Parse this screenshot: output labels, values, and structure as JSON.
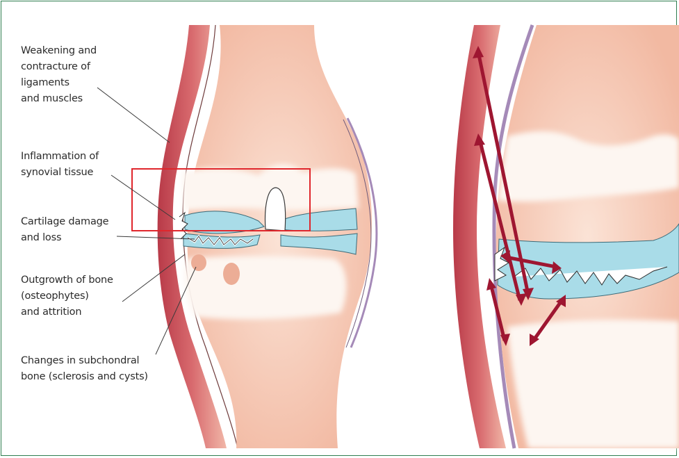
{
  "labels": [
    {
      "id": "ligaments",
      "lines": [
        "Weakening and",
        "contracture of",
        "ligaments",
        "and muscles"
      ]
    },
    {
      "id": "synovial",
      "lines": [
        "Inflammation of",
        "synovial tissue"
      ]
    },
    {
      "id": "cartilage",
      "lines": [
        "Cartilage damage",
        "and loss"
      ]
    },
    {
      "id": "osteophytes",
      "lines": [
        "Outgrowth of bone",
        "(osteophytes)",
        "and attrition"
      ]
    },
    {
      "id": "subchondral",
      "lines": [
        "Changes in subchondral",
        "bone (sclerosis and cysts)"
      ]
    }
  ],
  "colors": {
    "border": "#2e7d4f",
    "muscle": "#c8505a",
    "bone": "#f6c8b3",
    "cartilage": "#a9dce8",
    "highlight_box": "#e0262c",
    "arrow": "#9e1631",
    "ligament": "#a58ab8"
  }
}
